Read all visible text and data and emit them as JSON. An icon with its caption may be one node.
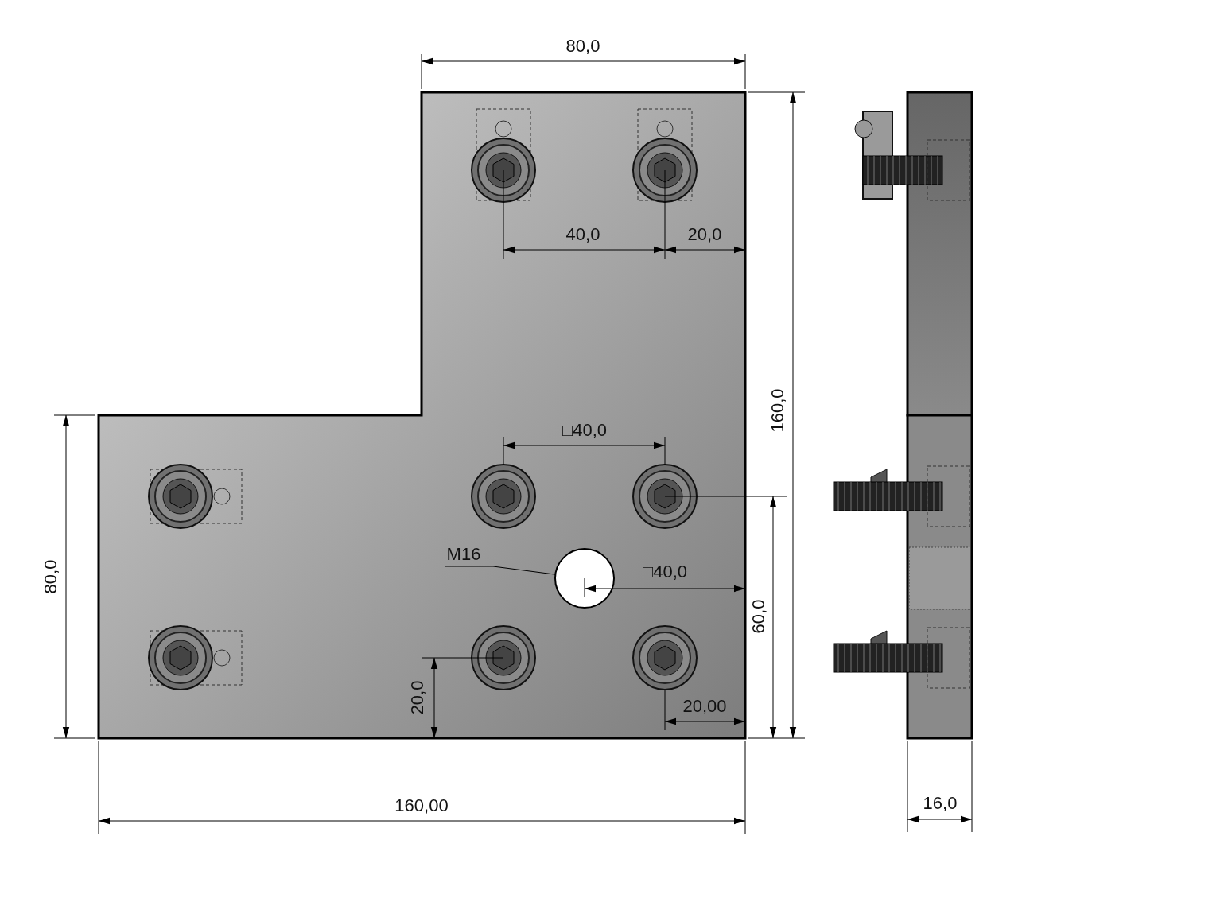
{
  "diagram": {
    "nodes": [
      {
        "text": [
          "M16"
        ]
      },
      {
        "text": [],
        "shape": "circle"
      }
    ],
    "edges": [
      {
        "from": 0,
        "to": 1,
        "arrow": "none"
      }
    ],
    "labels": [
      "80,0",
      "40,0",
      "20,0",
      "160,0",
      "□40,0",
      "80,0",
      "□40,0",
      "60,0",
      "20,0",
      "20,00",
      "160,00",
      "16,0"
    ]
  }
}
